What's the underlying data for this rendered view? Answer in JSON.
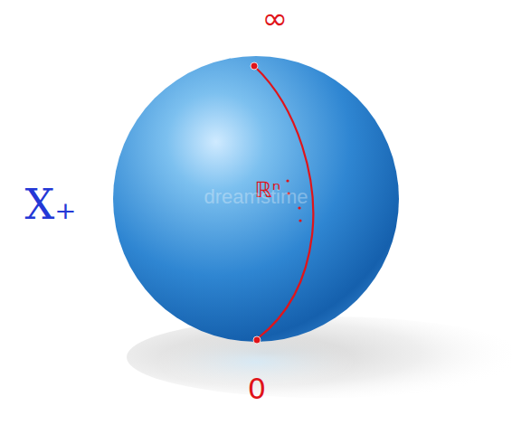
{
  "diagram": {
    "labels": [
      "∞",
      "ℝⁿ",
      "0",
      "X₊",
      "dreamstime"
    ]
  }
}
